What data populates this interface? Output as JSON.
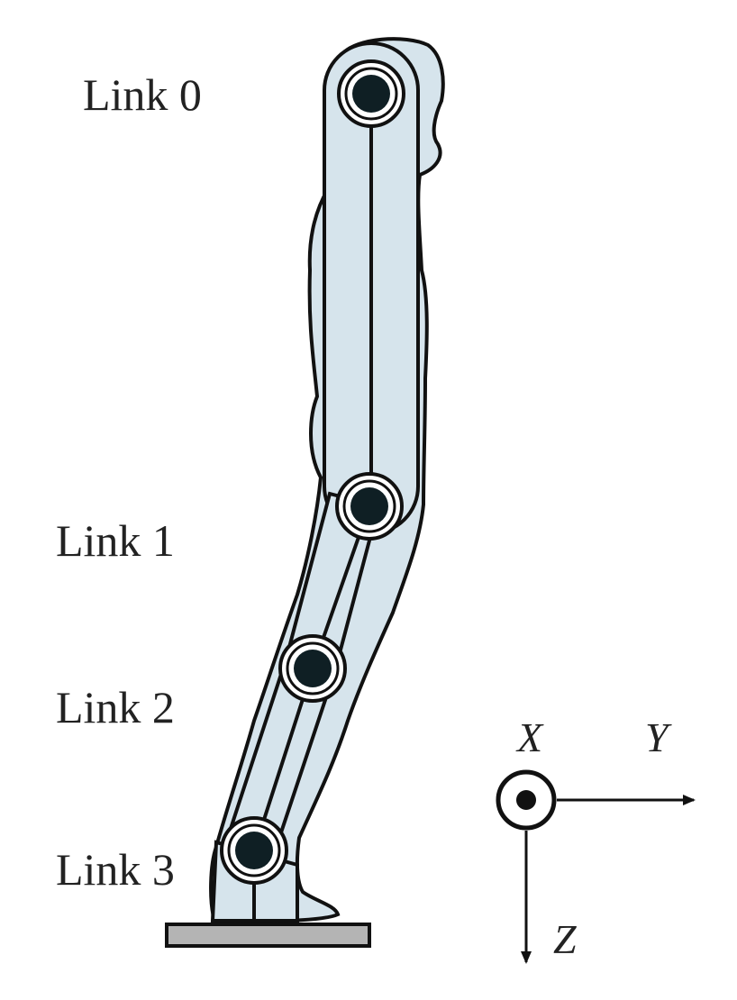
{
  "diagram": {
    "link_labels": [
      "Link 0",
      "Link 1",
      "Link 2",
      "Link 3"
    ],
    "axes": {
      "x": "X",
      "y": "Y",
      "z": "Z"
    },
    "colors": {
      "body_fill": "#d6e4ec",
      "outline": "#111111",
      "joint": "#0f1f24",
      "ground": "#b4b4b4"
    }
  }
}
